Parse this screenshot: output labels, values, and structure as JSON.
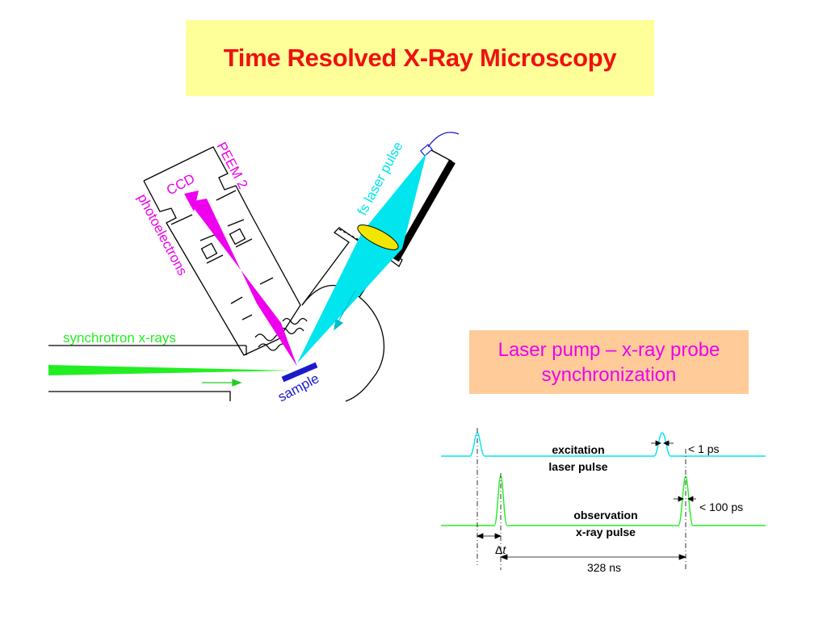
{
  "title": "Time Resolved X-Ray Microscopy",
  "sync_box": {
    "line1": "Laser pump – x-ray probe",
    "line2": "synchronization"
  },
  "apparatus": {
    "peem_label": "PEEM 2",
    "ccd_label": "CCD",
    "photoelectrons_label": "photoelectrons",
    "laser_label": "fs laser pulse",
    "xray_label": "synchrotron x-rays",
    "sample_label": "sample"
  },
  "timing": {
    "laser_pulse_label_1": "excitation",
    "laser_pulse_label_2": "laser pulse",
    "xray_pulse_label_1": "observation",
    "xray_pulse_label_2": "x-ray pulse",
    "laser_width_label": "< 1 ps",
    "xray_width_label": "< 100 ps",
    "delay_label_symbol": "Δ",
    "delay_label_var": "t",
    "period_label": "328 ns"
  },
  "colors": {
    "title": "#ee1111",
    "title_bg": "#ffff99",
    "sync_bg": "#ffcc99",
    "magenta": "#ee00ee",
    "cyan": "#00e5ee",
    "green": "#22ee22",
    "blue": "#1a1acc",
    "lens": "#f2e600"
  }
}
